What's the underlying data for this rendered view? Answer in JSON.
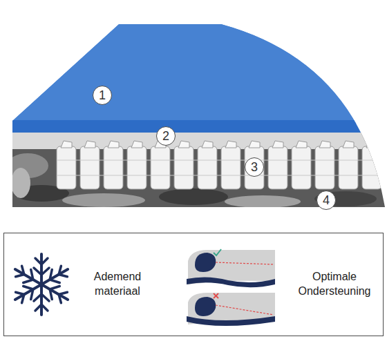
{
  "diagram": {
    "nodes": [
      {
        "text": [
          "1"
        ]
      },
      {
        "text": [
          "2"
        ]
      },
      {
        "text": [
          "3"
        ]
      },
      {
        "text": [
          "4"
        ]
      },
      {
        "text": [
          "Ademend materiaal",
          "Optimale Ondersteuning"
        ]
      }
    ]
  }
}
